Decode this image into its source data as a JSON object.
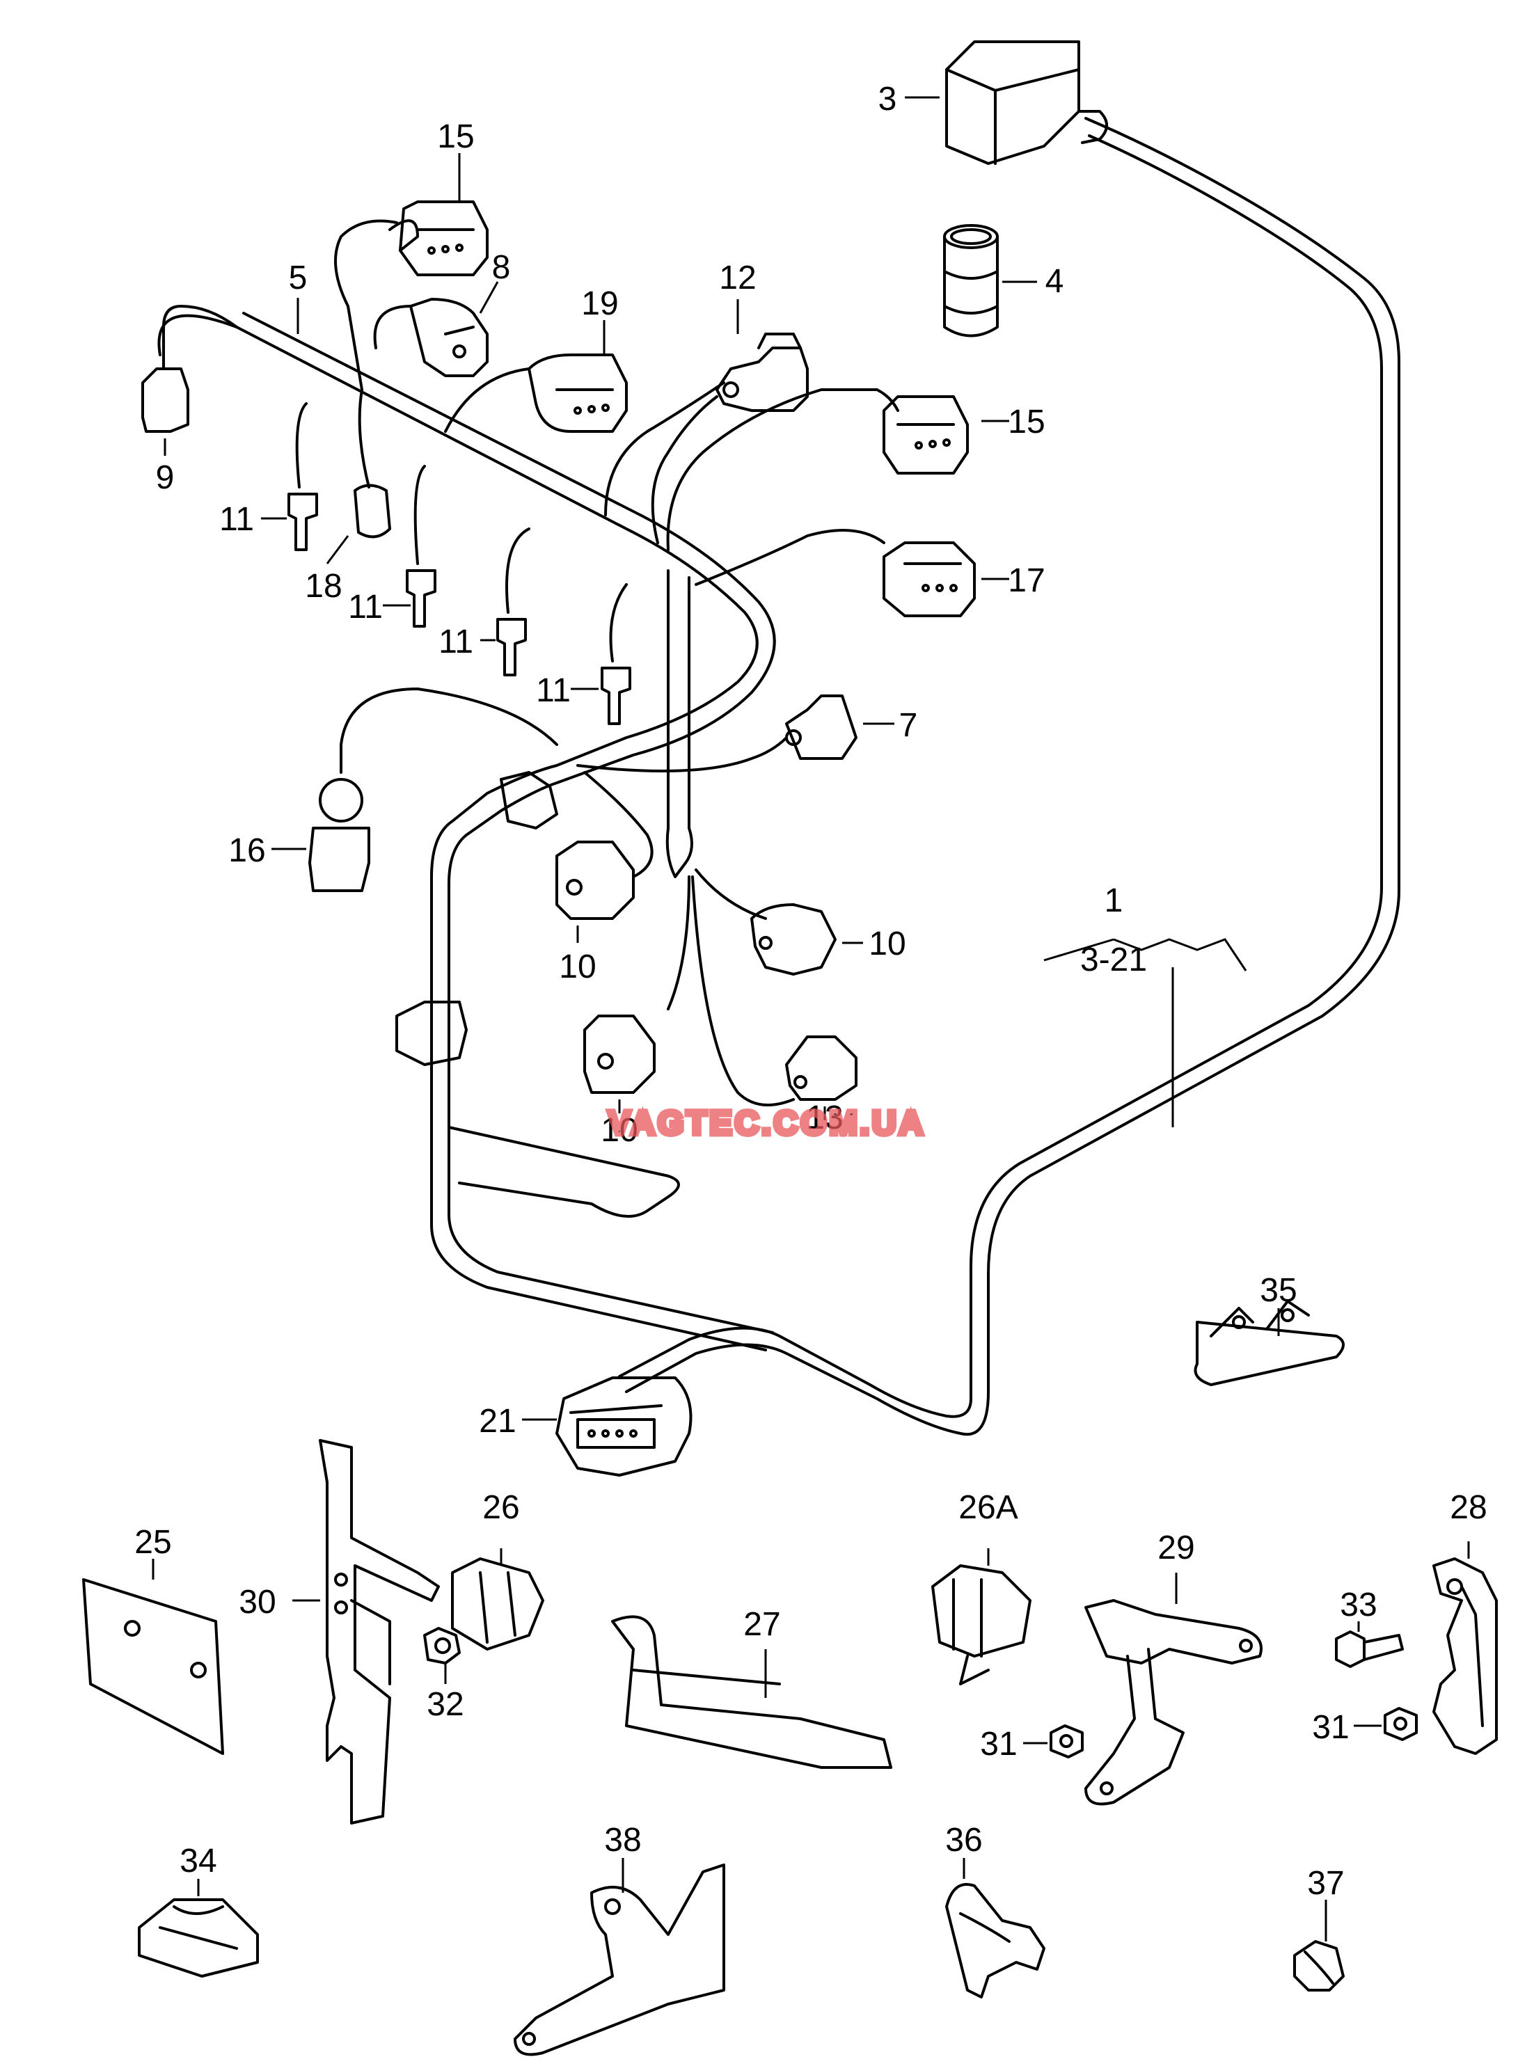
{
  "watermark": "VAGTEC.COM.UA",
  "callouts": [
    {
      "id": "c1",
      "label": "1"
    },
    {
      "id": "c1r",
      "label": "3-21"
    },
    {
      "id": "c3",
      "label": "3"
    },
    {
      "id": "c4",
      "label": "4"
    },
    {
      "id": "c5",
      "label": "5"
    },
    {
      "id": "c7",
      "label": "7"
    },
    {
      "id": "c8",
      "label": "8"
    },
    {
      "id": "c9",
      "label": "9"
    },
    {
      "id": "c10a",
      "label": "10"
    },
    {
      "id": "c10b",
      "label": "10"
    },
    {
      "id": "c10c",
      "label": "10"
    },
    {
      "id": "c11a",
      "label": "11"
    },
    {
      "id": "c11b",
      "label": "11"
    },
    {
      "id": "c11c",
      "label": "11"
    },
    {
      "id": "c11d",
      "label": "11"
    },
    {
      "id": "c12",
      "label": "12"
    },
    {
      "id": "c13",
      "label": "13"
    },
    {
      "id": "c15a",
      "label": "15"
    },
    {
      "id": "c15b",
      "label": "15"
    },
    {
      "id": "c16",
      "label": "16"
    },
    {
      "id": "c17",
      "label": "17"
    },
    {
      "id": "c18",
      "label": "18"
    },
    {
      "id": "c19",
      "label": "19"
    },
    {
      "id": "c21",
      "label": "21"
    },
    {
      "id": "c25",
      "label": "25"
    },
    {
      "id": "c26",
      "label": "26"
    },
    {
      "id": "c26A",
      "label": "26A"
    },
    {
      "id": "c27",
      "label": "27"
    },
    {
      "id": "c28",
      "label": "28"
    },
    {
      "id": "c29",
      "label": "29"
    },
    {
      "id": "c30",
      "label": "30"
    },
    {
      "id": "c31a",
      "label": "31"
    },
    {
      "id": "c31b",
      "label": "31"
    },
    {
      "id": "c32",
      "label": "32"
    },
    {
      "id": "c33",
      "label": "33"
    },
    {
      "id": "c34",
      "label": "34"
    },
    {
      "id": "c35",
      "label": "35"
    },
    {
      "id": "c36",
      "label": "36"
    },
    {
      "id": "c37",
      "label": "37"
    },
    {
      "id": "c38",
      "label": "38"
    }
  ]
}
